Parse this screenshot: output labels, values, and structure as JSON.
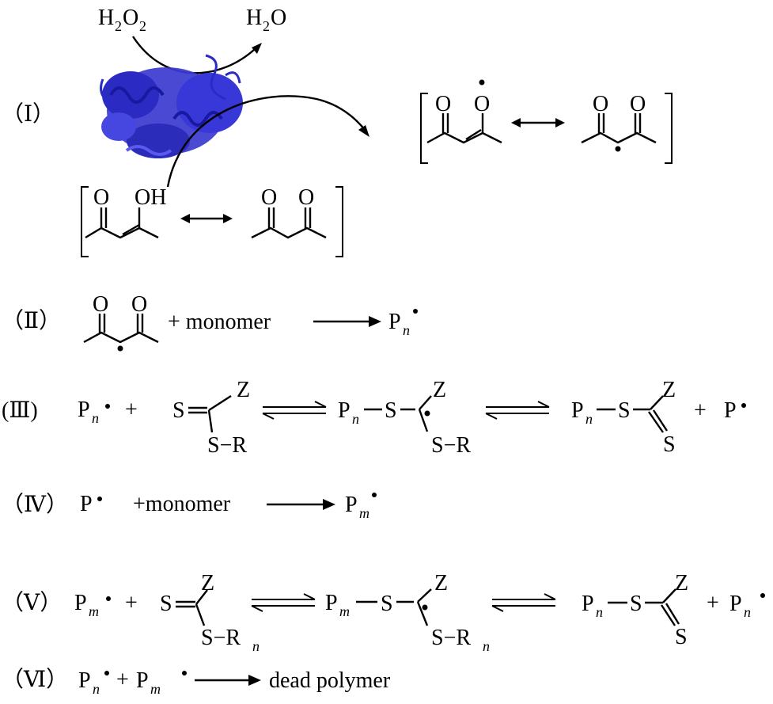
{
  "steps": {
    "I": {
      "label": "（Ⅰ）"
    },
    "II": {
      "label": "（Ⅱ）",
      "plus_text": "+ monomer",
      "product": "P",
      "product_sub": "n"
    },
    "III": {
      "label": "(Ⅲ)",
      "Pn": "P",
      "Pn_sub": "n",
      "plus": "+",
      "S": "S",
      "Z": "Z",
      "SR": "S−R",
      "S2": "S",
      "P": "P"
    },
    "IV": {
      "label": "（Ⅳ）",
      "P": "P",
      "plus_text": "+monomer",
      "product": "P",
      "product_sub": "m"
    },
    "V": {
      "label": "（Ⅴ）",
      "Pm": "P",
      "Pm_sub": "m",
      "plus": "+",
      "S": "S",
      "Z": "Z",
      "SR": "S−R",
      "SR_sub": "n",
      "Pn": "P",
      "Pn_sub": "n"
    },
    "VI": {
      "label": "（Ⅵ）",
      "Pn": "P",
      "Pn_sub": "n",
      "plus": "+",
      "Pm": "P",
      "Pm_sub": "m",
      "product": "dead polymer"
    }
  },
  "reagents": {
    "h2o2_H": "H",
    "h2o2_2a": "2",
    "h2o2_O": "O",
    "h2o2_2b": "2",
    "h2o_H": "H",
    "h2o_2": "2",
    "h2o_O": "O"
  },
  "atoms": {
    "O": "O",
    "OH": "OH",
    "S": "S"
  },
  "icons": [
    "enzyme-protein-image",
    "dot-radical-icon"
  ]
}
